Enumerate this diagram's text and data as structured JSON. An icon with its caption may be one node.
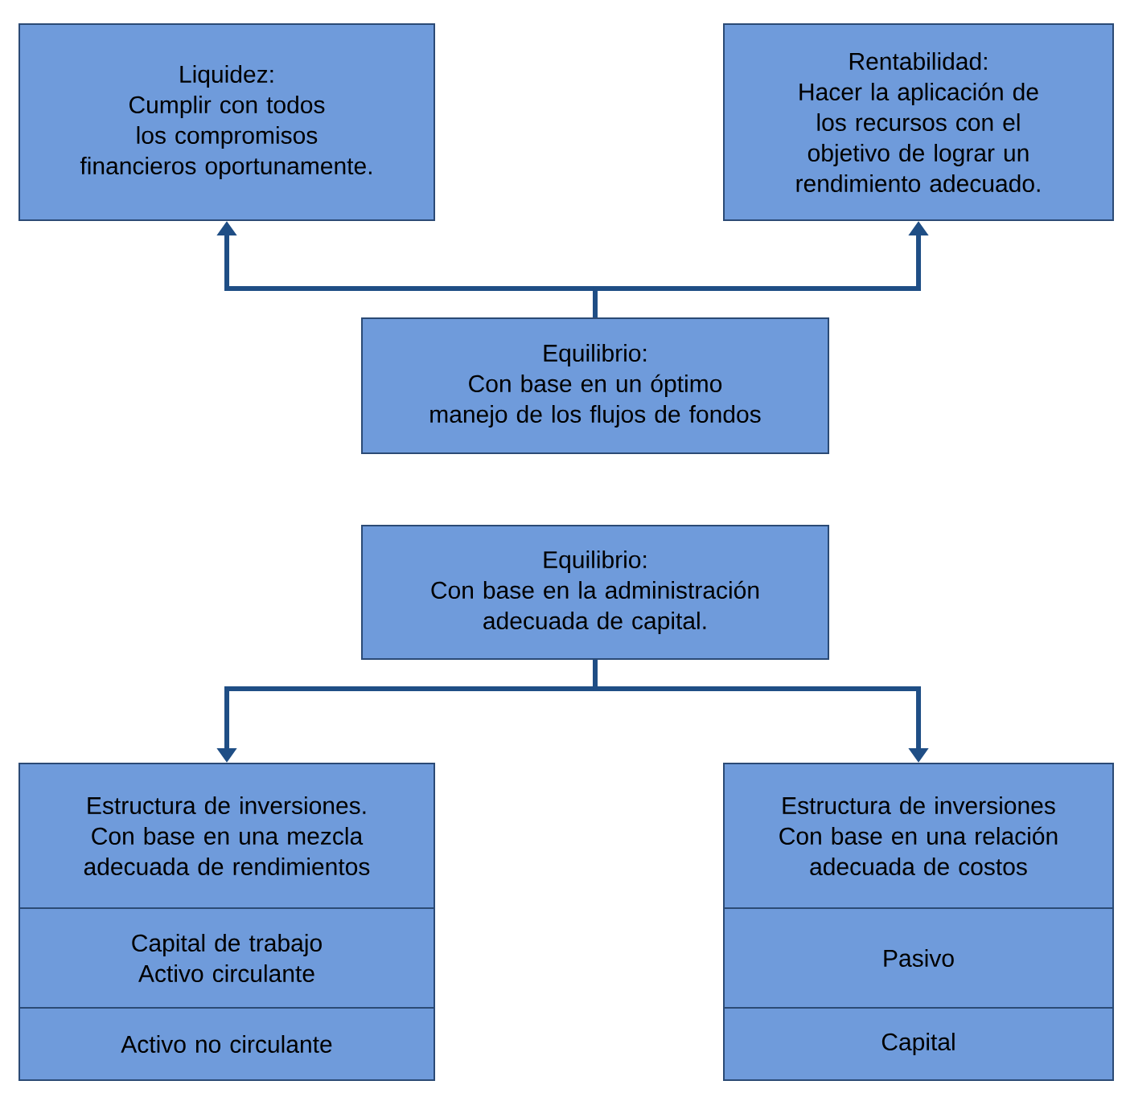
{
  "diagram": {
    "nodes": [
      {
        "text": [
          "Liquidez:",
          "Cumplir con todos los compromisos financieros oportunamente."
        ]
      },
      {
        "text": [
          "Rentabilidad:",
          "Hacer la aplicación de los recursos con el objetivo de lograr un rendimiento adecuado."
        ]
      },
      {
        "text": [
          "Equilibrio:",
          "Con base en un óptimo manejo de los flujos de fondos"
        ]
      },
      {
        "text": [
          "Equilibrio:",
          "Con base en la administración adecuada de capital."
        ]
      },
      {
        "text": [
          "Estructura de inversiones. Con base en una mezcla adecuada de rendimientos"
        ]
      },
      {
        "text": [
          "Capital de trabajo Activo circulante"
        ]
      },
      {
        "text": [
          "Activo no circulante"
        ]
      },
      {
        "text": [
          "Estructura de inversiones Con base en una relación adecuada de costos"
        ]
      },
      {
        "text": [
          "Pasivo"
        ]
      },
      {
        "text": [
          "Capital"
        ]
      }
    ],
    "edges": [
      {
        "from": 2,
        "to": 0,
        "arrow": "to"
      },
      {
        "from": 2,
        "to": 1,
        "arrow": "to"
      },
      {
        "from": 3,
        "to": 4,
        "arrow": "to"
      },
      {
        "from": 3,
        "to": 7,
        "arrow": "to"
      }
    ]
  }
}
